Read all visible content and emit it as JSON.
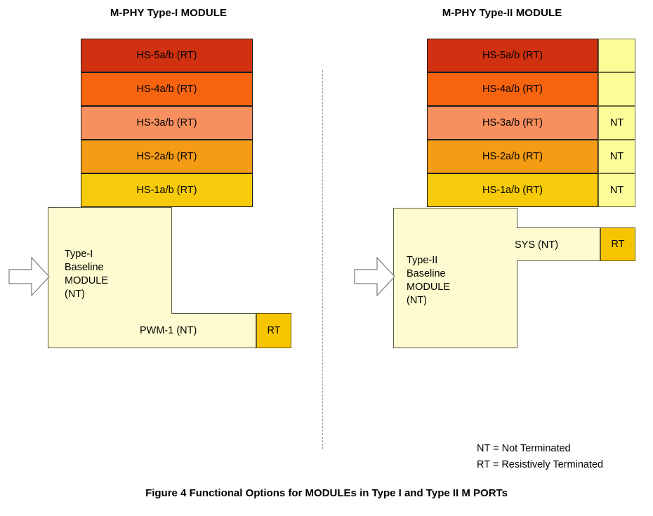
{
  "figure": {
    "caption": "Figure 4 Functional Options for MODULEs in Type I and Type II M PORTs"
  },
  "titles": {
    "left": "M-PHY Type-I MODULE",
    "right": "M-PHY Type-II MODULE"
  },
  "colors": {
    "hs5": "#d03110",
    "hs4": "#f7640f",
    "hs3": "#f78f5e",
    "hs2": "#f59b14",
    "hs1": "#f7ca0b",
    "rt_box": "#f7c400",
    "nt_cell": "#fcfc99",
    "module_fill": "#fdfbcf",
    "module_stroke": "#5a5a4a",
    "divider": "#9a9a9a"
  },
  "type1": {
    "gears": [
      {
        "label": "HS-5a/b (RT)",
        "color": "#d03110"
      },
      {
        "label": "HS-4a/b (RT)",
        "color": "#f7640f"
      },
      {
        "label": "HS-3a/b (RT)",
        "color": "#f78f5e"
      },
      {
        "label": "HS-2a/b (RT)",
        "color": "#f59b14"
      },
      {
        "label": "HS-1a/b (RT)",
        "color": "#f7ca0b"
      }
    ],
    "module_label": "Type-I\nBaseline\nMODULE\n(NT)",
    "arm_label": "PWM-1 (NT)",
    "arm_terminator": "RT"
  },
  "type2": {
    "gears": [
      {
        "label": "HS-5a/b (RT)",
        "color": "#d03110",
        "nt": ""
      },
      {
        "label": "HS-4a/b (RT)",
        "color": "#f7640f",
        "nt": ""
      },
      {
        "label": "HS-3a/b (RT)",
        "color": "#f78f5e",
        "nt": "NT"
      },
      {
        "label": "HS-2a/b (RT)",
        "color": "#f59b14",
        "nt": "NT"
      },
      {
        "label": "HS-1a/b (RT)",
        "color": "#f7ca0b",
        "nt": "NT"
      }
    ],
    "module_label": "Type-II\nBaseline\nMODULE\n(NT)",
    "arm_label": "SYS (NT)",
    "arm_terminator": "RT"
  },
  "legend": {
    "nt": "NT = Not Terminated",
    "rt": "RT = Resistively Terminated"
  }
}
